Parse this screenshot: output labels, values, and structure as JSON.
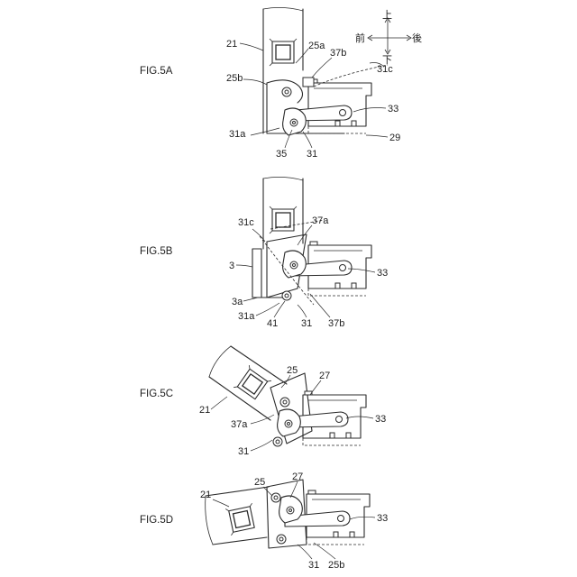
{
  "figures": {
    "5A": {
      "title": "FIG.5A",
      "labels": {
        "r21": "21",
        "r25a": "25a",
        "r37b": "37b",
        "r25b": "25b",
        "r31c": "31c",
        "r33": "33",
        "r31a": "31a",
        "r35": "35",
        "r31": "31",
        "r29": "29"
      }
    },
    "5B": {
      "title": "FIG.5B",
      "labels": {
        "r31c": "31c",
        "r37a": "37a",
        "r3": "3",
        "r33": "33",
        "r3a": "3a",
        "r31a": "31a",
        "r41": "41",
        "r31": "31",
        "r37b": "37b"
      }
    },
    "5C": {
      "title": "FIG.5C",
      "labels": {
        "r25": "25",
        "r27": "27",
        "r21": "21",
        "r33": "33",
        "r37a": "37a",
        "r31": "31"
      }
    },
    "5D": {
      "title": "FIG.5D",
      "labels": {
        "r25": "25",
        "r27": "27",
        "r21": "21",
        "r33": "33",
        "r31": "31",
        "r25b": "25b"
      }
    }
  },
  "direction_rose": {
    "front": "前",
    "rear": "後",
    "up": "上",
    "down": "下"
  }
}
